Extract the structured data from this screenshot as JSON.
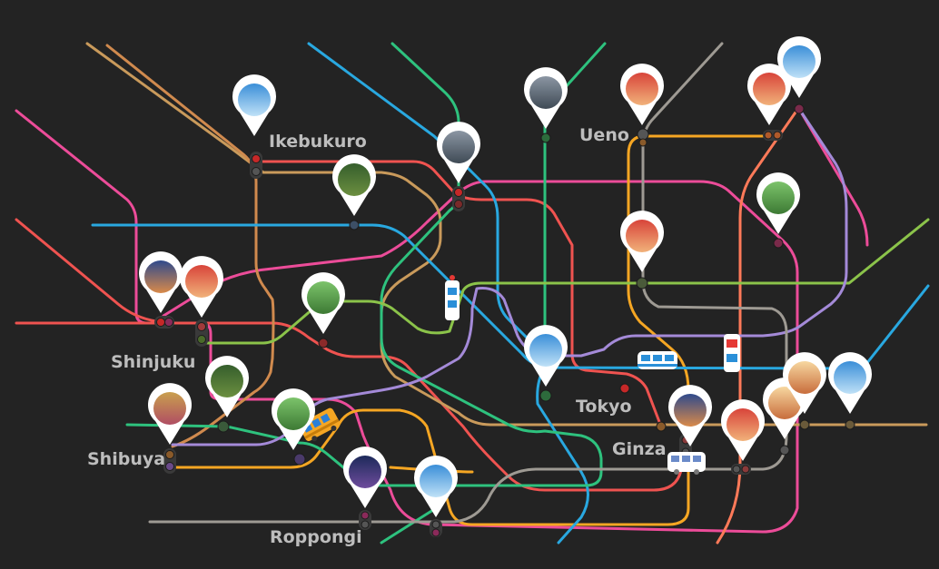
{
  "map": {
    "title": "",
    "station_labels": {
      "ikebukuro": "Ikebukuro",
      "ueno": "Ueno",
      "shinjuku": "Shinjuku",
      "tokyo": "Tokyo",
      "ginza": "Ginza",
      "shibuya": "Shibuya",
      "roppongi": "Roppongi"
    },
    "line_colors": {
      "pink": "#ec4c99",
      "red": "#ef5350",
      "orange": "#f5a623",
      "tan": "#c99a5b",
      "brown": "#d08a4e",
      "blue": "#29a8e0",
      "green": "#2ec27e",
      "lime": "#8bc34a",
      "lavender": "#a48ad8",
      "gray": "#9e9a93",
      "salmon": "#ff7a59"
    },
    "pins": [
      "photo-pin-ikebukuro-aquarium",
      "photo-pin-garden",
      "photo-pin-station-building",
      "photo-pin-street",
      "photo-pin-ueno-market",
      "photo-pin-asakusa-gate",
      "photo-pin-skytree",
      "photo-pin-statue",
      "photo-pin-shop-street",
      "photo-pin-shinjuku-temple",
      "photo-pin-shinjuku-neon",
      "photo-pin-park",
      "photo-pin-tokyo-station",
      "photo-pin-forest-shrine",
      "photo-pin-shibuya-autumn",
      "photo-pin-greenery",
      "photo-pin-ginza-building",
      "photo-pin-temple-lanterns",
      "photo-pin-sushi",
      "photo-pin-dessert",
      "photo-pin-airport",
      "photo-pin-roppongi-tower",
      "photo-pin-tokyo-tower"
    ],
    "vehicles": [
      "train-icon",
      "train-icon",
      "train-icon",
      "bus-icon",
      "tram-icon"
    ]
  }
}
